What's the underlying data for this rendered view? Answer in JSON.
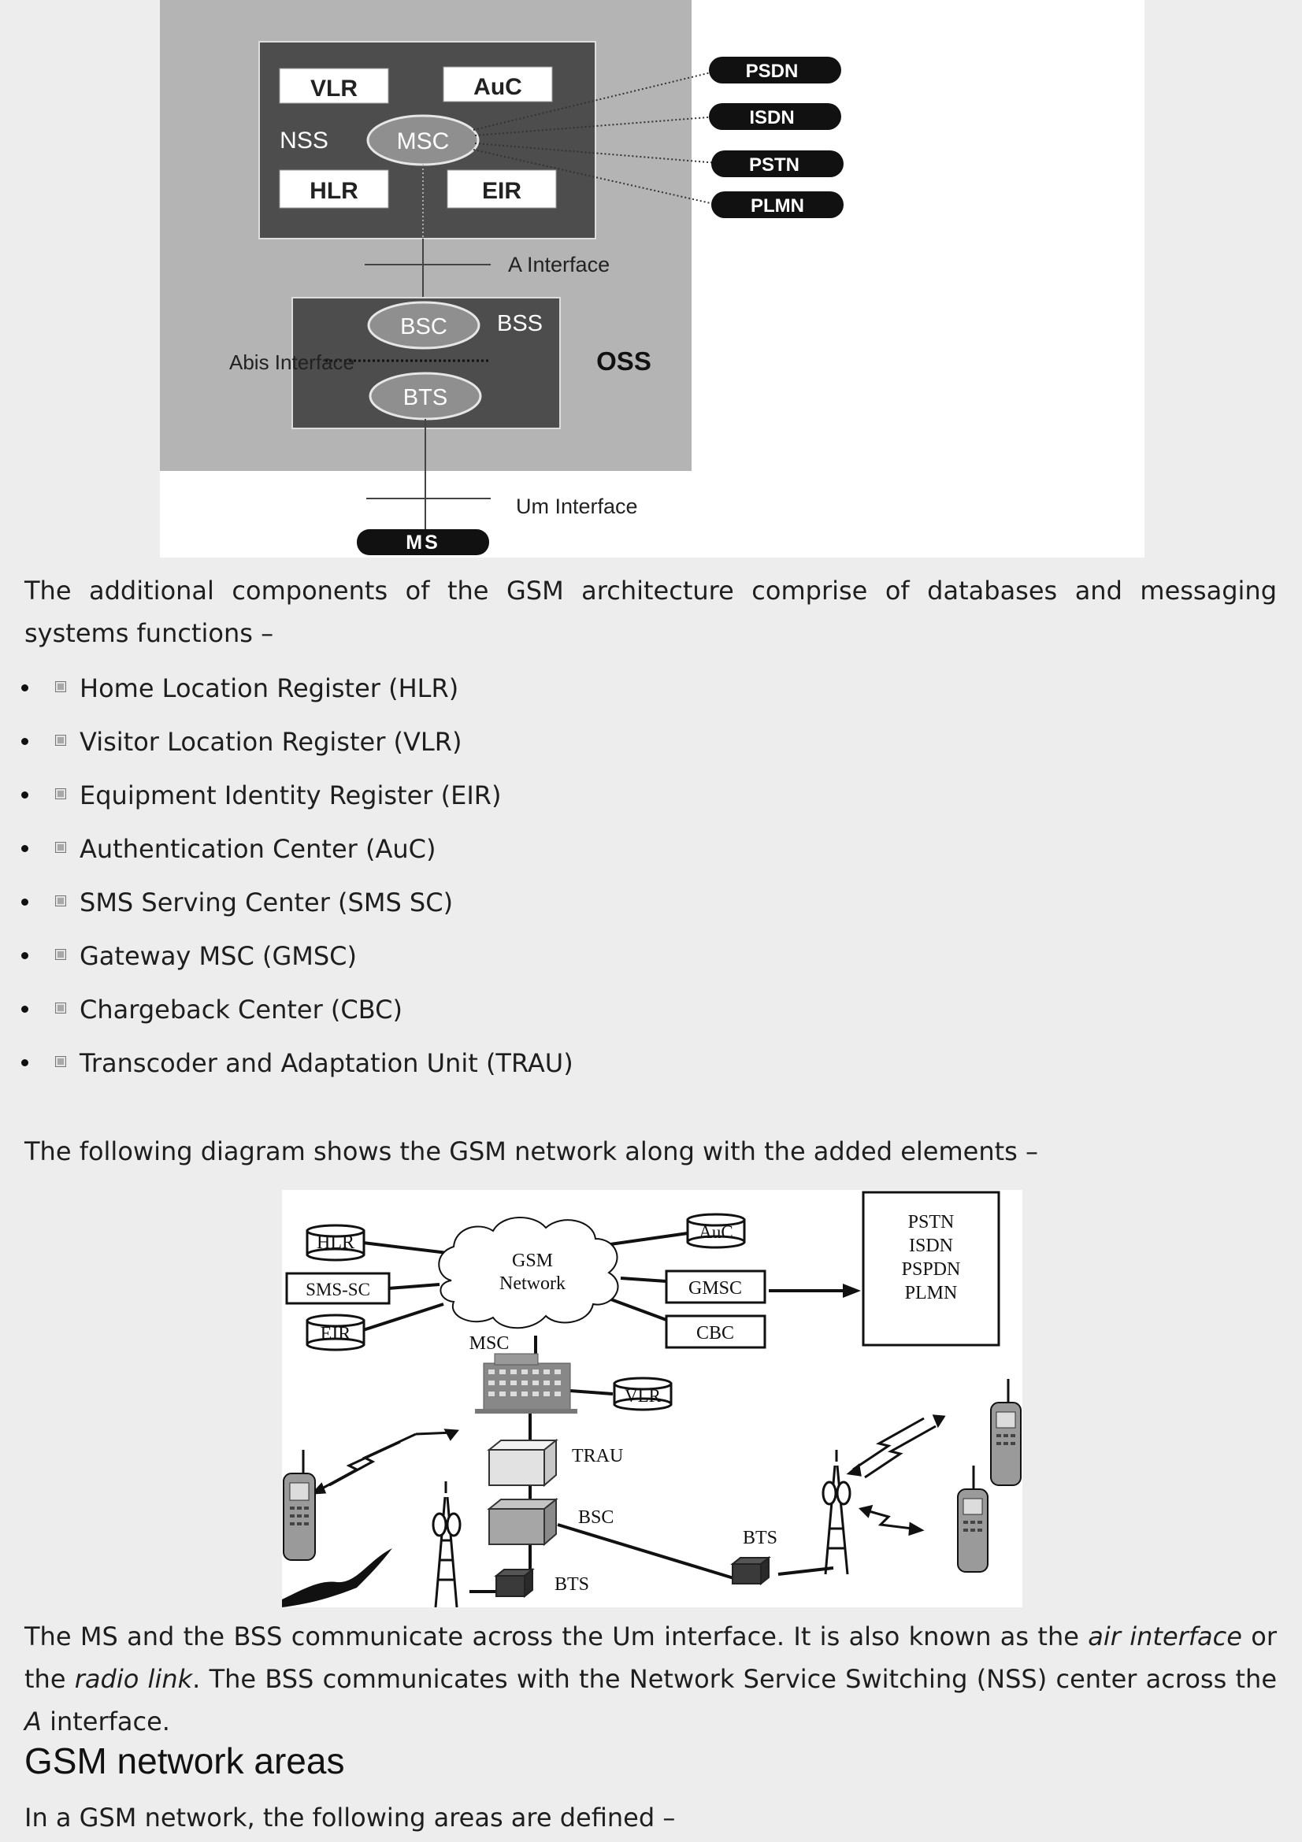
{
  "figure1": {
    "labels": {
      "vlr": "VLR",
      "auc": "AuC",
      "nss": "NSS",
      "msc": "MSC",
      "hlr": "HLR",
      "eir": "EIR",
      "a_interface": "A Interface",
      "bsc": "BSC",
      "bss": "BSS",
      "abis_interface": "Abis Interface",
      "bts": "BTS",
      "oss": "OSS",
      "um_interface": "Um Interface",
      "ms": "MS"
    },
    "external_networks": [
      "PSDN",
      "ISDN",
      "PSTN",
      "PLMN"
    ]
  },
  "intro_paragraph": "The additional components of the GSM architecture comprise of databases and messaging systems functions –",
  "components": [
    "Home Location Register (HLR)",
    "Visitor Location Register (VLR)",
    "Equipment Identity Register (EIR)",
    "Authentication Center (AuC)",
    "SMS Serving Center (SMS SC)",
    "Gateway MSC (GMSC)",
    "Chargeback Center (CBC)",
    "Transcoder and Adaptation Unit (TRAU)"
  ],
  "diagram_intro": "The following diagram shows the GSM network along with the added elements –",
  "figure2": {
    "labels": {
      "hlr": "HLR",
      "sms_sc": "SMS-SC",
      "eir": "EIR",
      "gsm_network_line1": "GSM",
      "gsm_network_line2": "Network",
      "auc": "AuC",
      "gmsc": "GMSC",
      "cbc": "CBC",
      "msc": "MSC",
      "vlr": "VLR",
      "trau": "TRAU",
      "bsc": "BSC",
      "bts_left": "BTS",
      "bts_right": "BTS"
    },
    "external_networks": [
      "PSTN",
      "ISDN",
      "PSPDN",
      "PLMN"
    ]
  },
  "um_paragraph": {
    "part1": "The MS and the BSS communicate across the Um interface. It is also known as the ",
    "em1": "air interface",
    "part2": " or the ",
    "em2": "radio link",
    "part3": ". The BSS communicates with the Network Service Switching (NSS) center across the ",
    "em3": "A",
    "part4": " interface."
  },
  "section_heading": "GSM network areas",
  "areas_intro": "In a GSM network, the following areas are defined –"
}
